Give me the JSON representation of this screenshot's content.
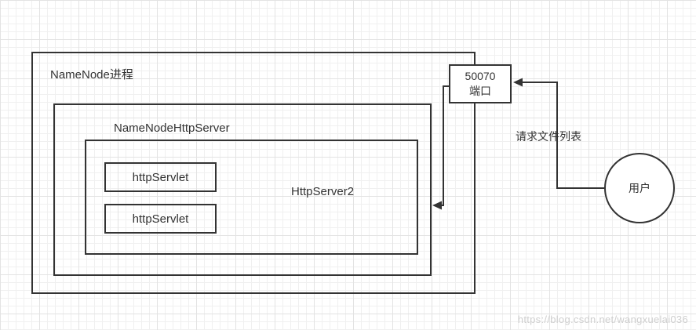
{
  "diagram": {
    "outer_box_label": "NameNode进程",
    "middle_box_label": "NameNodeHttpServer",
    "inner_box_label": "HttpServer2",
    "servlet1_label": "httpServlet",
    "servlet2_label": "httpServlet",
    "port_box": {
      "line1": "50070",
      "line2": "端口"
    },
    "request_label": "请求文件列表",
    "user_label": "用户",
    "watermark": "https://blog.csdn.net/wangxuelai036"
  },
  "colors": {
    "line": "#333333",
    "text": "#333333",
    "grid_minor": "#f0f0f0",
    "grid_major": "#e3e3e3",
    "watermark": "#cfcfcf",
    "background": "#ffffff"
  }
}
